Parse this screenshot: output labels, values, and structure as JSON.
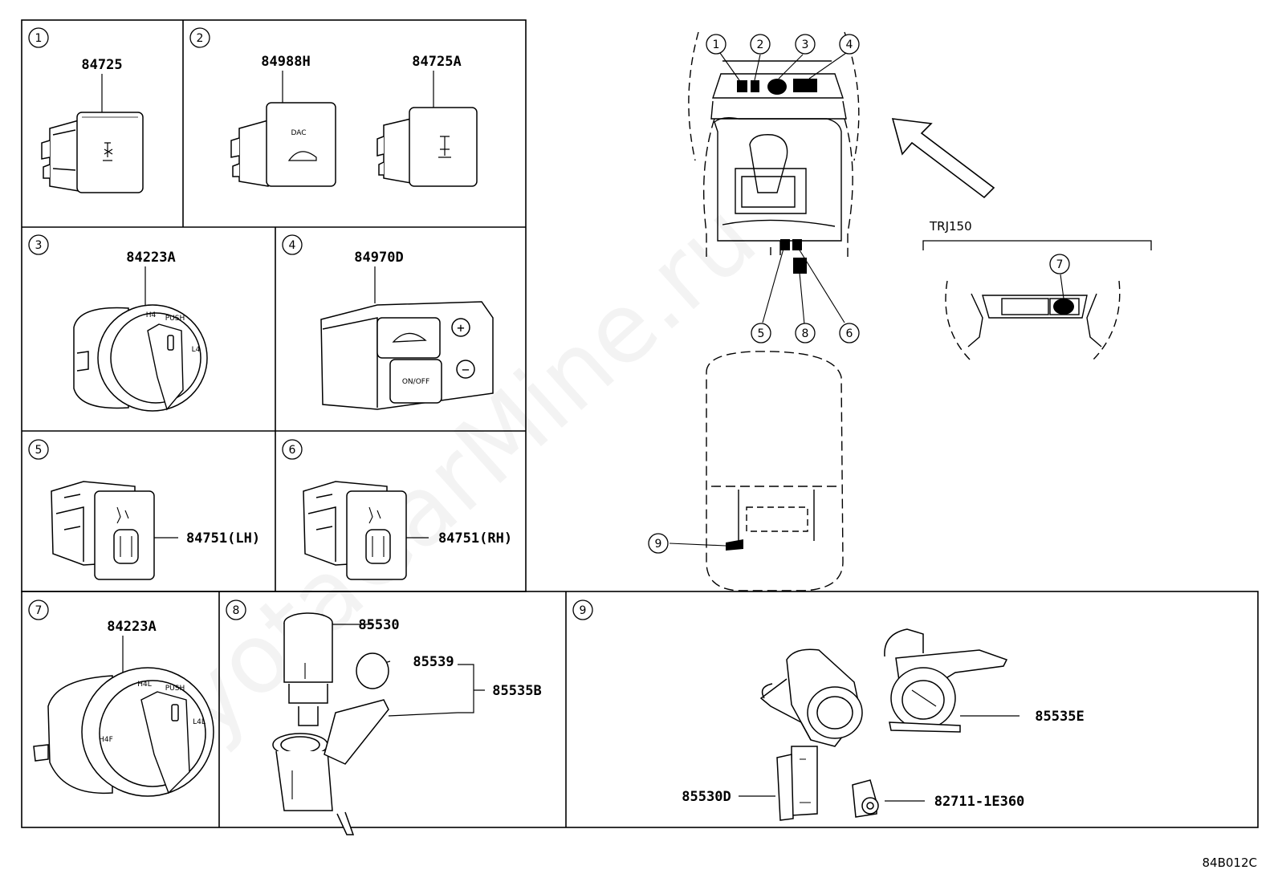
{
  "watermark": "ToyotaCarMine.ru",
  "diagram_code": "84B012C",
  "variant_label": "TRJ150",
  "cells": [
    {
      "index": "1",
      "parts": [
        "84725"
      ]
    },
    {
      "index": "2",
      "parts": [
        "84988H",
        "84725A"
      ]
    },
    {
      "index": "3",
      "parts": [
        "84223A"
      ]
    },
    {
      "index": "4",
      "parts": [
        "84970D"
      ]
    },
    {
      "index": "5",
      "parts": [
        "84751(LH)"
      ]
    },
    {
      "index": "6",
      "parts": [
        "84751(RH)"
      ]
    },
    {
      "index": "7",
      "parts": [
        "84223A"
      ]
    },
    {
      "index": "8",
      "parts": [
        "85530",
        "85539",
        "85535B"
      ]
    },
    {
      "index": "9",
      "parts": [
        "85535E",
        "85530D",
        "82711-1E360"
      ]
    }
  ],
  "switch_labels": {
    "dac": "DAC",
    "on_off": "ON/OFF",
    "plus": "+",
    "minus": "−",
    "h4": "H4",
    "push": "PUSH",
    "l4": "L4",
    "h4f": "H4F",
    "h4l": "H4L",
    "l4l": "L4L"
  },
  "overview_callouts": [
    "1",
    "2",
    "3",
    "4",
    "5",
    "6",
    "7",
    "8",
    "9"
  ]
}
